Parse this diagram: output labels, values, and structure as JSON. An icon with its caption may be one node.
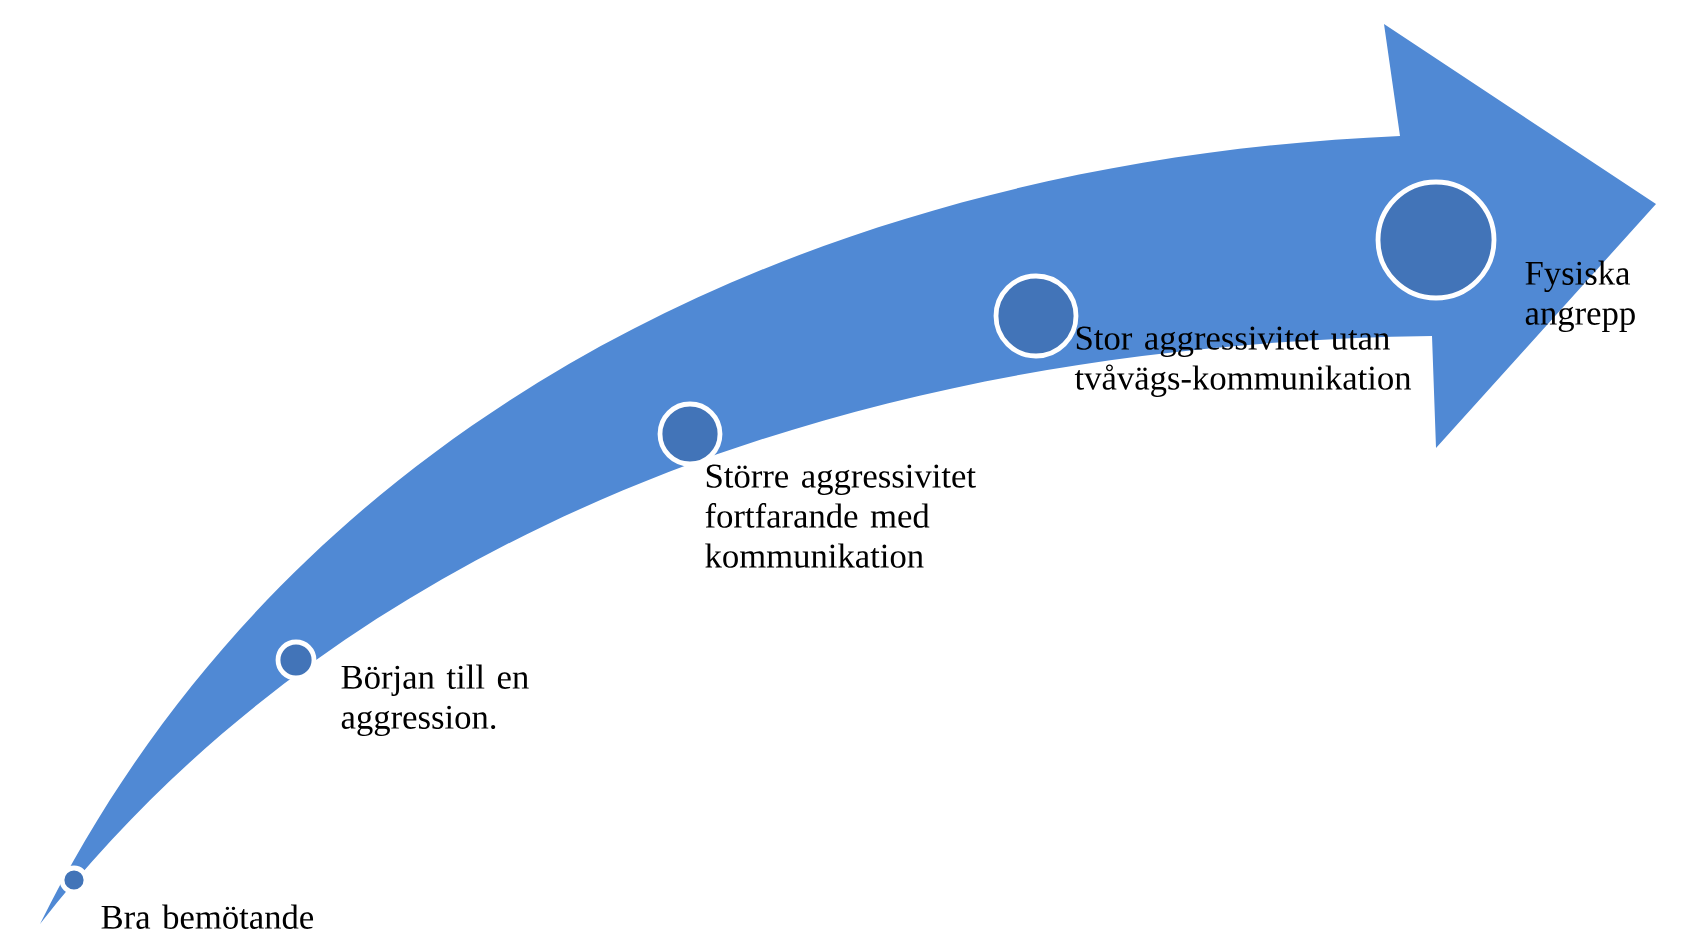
{
  "diagram": {
    "nodes": [
      {
        "text": [],
        "shape": "circle",
        "beside": [
          "Bra bemötande"
        ]
      },
      {
        "text": [],
        "shape": "circle",
        "beside": [
          "Början till en aggression."
        ]
      },
      {
        "text": [],
        "shape": "circle",
        "beside": [
          "Större aggressivitet fortfarande med kommunikation"
        ]
      },
      {
        "text": [],
        "shape": "circle",
        "beside": [
          "Stor aggressivitet utan tvåvägs-kommunikation"
        ]
      },
      {
        "text": [],
        "shape": "circle",
        "beside": [
          "Fysiska angrepp"
        ]
      }
    ]
  }
}
